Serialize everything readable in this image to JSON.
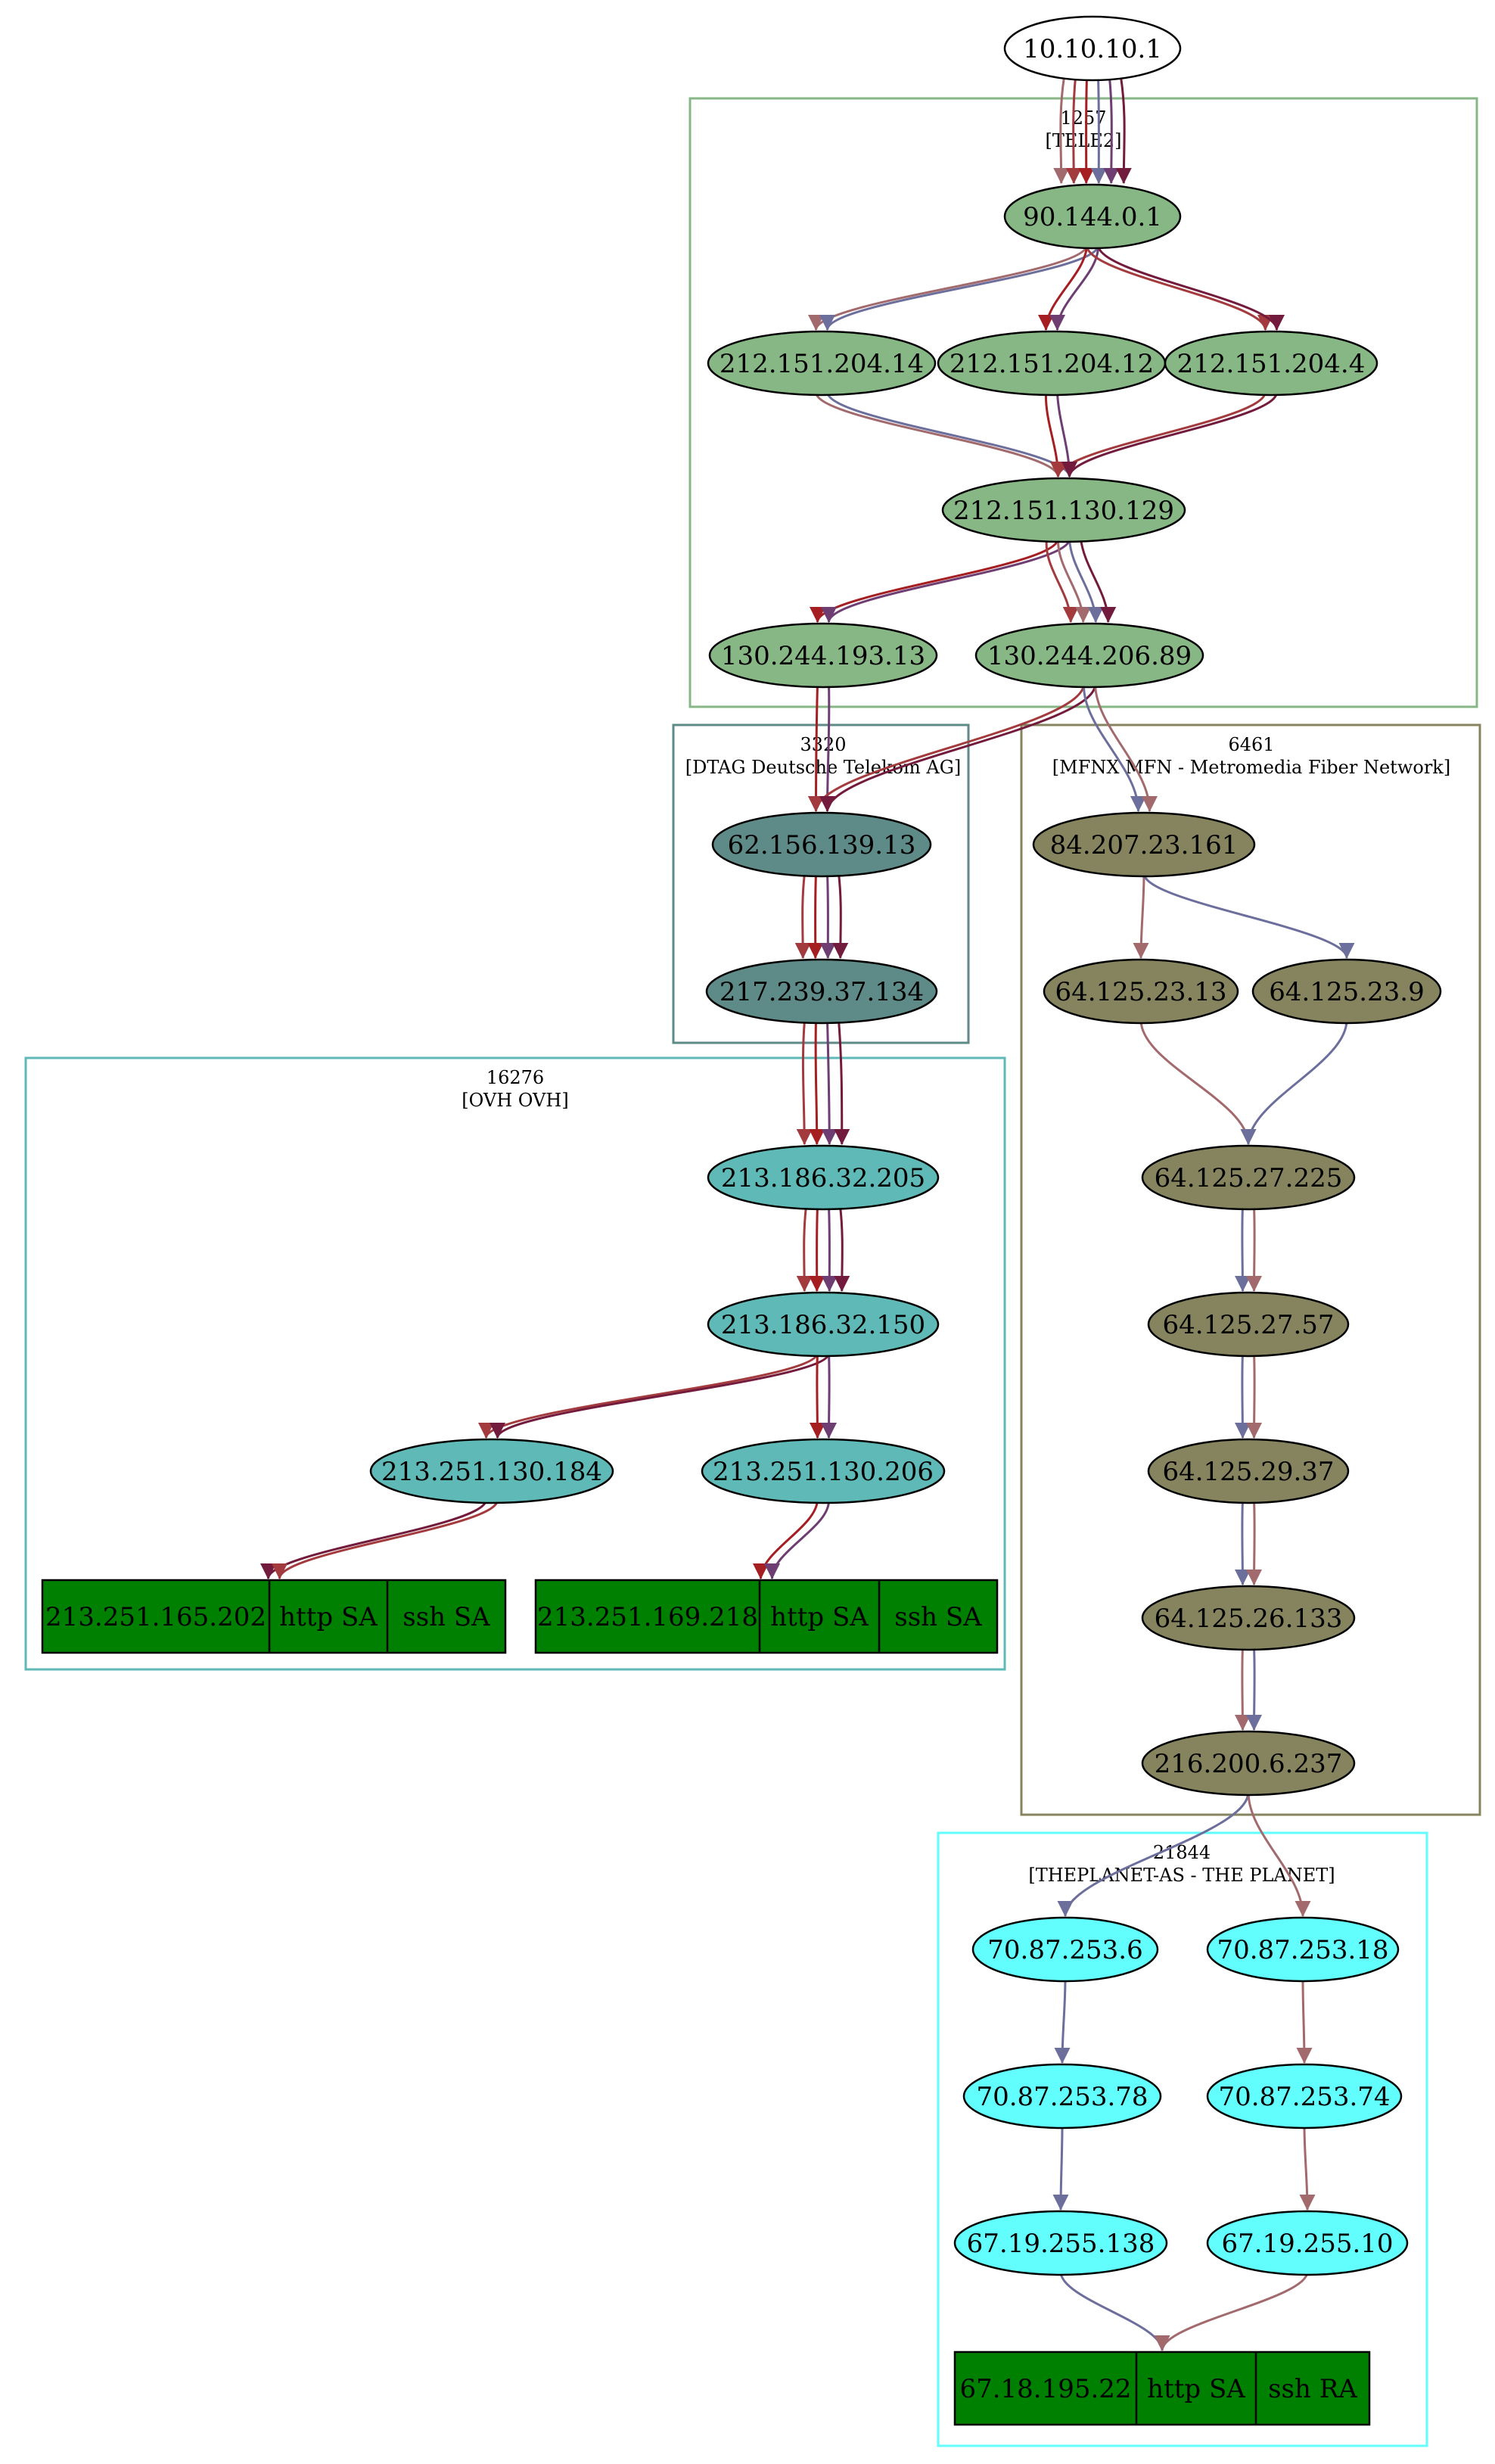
{
  "colors": {
    "tele2": "#86b784",
    "dtag": "#5e8a87",
    "ovh": "#5fb9b6",
    "mfn": "#85845e",
    "planet": "#61fefd",
    "target": "#008000",
    "edge_a": "#a36a6d",
    "edge_b": "#a41e22",
    "edge_c": "#6c6e9c",
    "edge_d": "#6e3d72",
    "edge_e": "#731b3c"
  },
  "clusters": [
    {
      "id": "as1257",
      "asn": "1257",
      "name": "[TELE2]",
      "color": "#86b784"
    },
    {
      "id": "as3320",
      "asn": "3320",
      "name": "[DTAG Deutsche Telekom AG]",
      "color": "#5e8a87"
    },
    {
      "id": "as6461",
      "asn": "6461",
      "name": "[MFNX MFN - Metromedia Fiber Network]",
      "color": "#85845e"
    },
    {
      "id": "as16276",
      "asn": "16276",
      "name": "[OVH OVH]",
      "color": "#5fb9b6"
    },
    {
      "id": "as21844",
      "asn": "21844",
      "name": "[THEPLANET-AS - THE PLANET]",
      "color": "#61fefd"
    }
  ],
  "nodes": [
    {
      "id": "n_10_10_10_1",
      "label": "10.10.10.1",
      "cluster": ""
    },
    {
      "id": "n_90_144_0_1",
      "label": "90.144.0.1",
      "cluster": "as1257"
    },
    {
      "id": "n_212_151_204_14",
      "label": "212.151.204.14",
      "cluster": "as1257"
    },
    {
      "id": "n_212_151_204_12",
      "label": "212.151.204.12",
      "cluster": "as1257"
    },
    {
      "id": "n_212_151_204_4",
      "label": "212.151.204.4",
      "cluster": "as1257"
    },
    {
      "id": "n_212_151_130_129",
      "label": "212.151.130.129",
      "cluster": "as1257"
    },
    {
      "id": "n_130_244_193_13",
      "label": "130.244.193.13",
      "cluster": "as1257"
    },
    {
      "id": "n_130_244_206_89",
      "label": "130.244.206.89",
      "cluster": "as1257"
    },
    {
      "id": "n_62_156_139_13",
      "label": "62.156.139.13",
      "cluster": "as3320"
    },
    {
      "id": "n_217_239_37_134",
      "label": "217.239.37.134",
      "cluster": "as3320"
    },
    {
      "id": "n_84_207_23_161",
      "label": "84.207.23.161",
      "cluster": "as6461"
    },
    {
      "id": "n_64_125_23_13",
      "label": "64.125.23.13",
      "cluster": "as6461"
    },
    {
      "id": "n_64_125_23_9",
      "label": "64.125.23.9",
      "cluster": "as6461"
    },
    {
      "id": "n_64_125_27_225",
      "label": "64.125.27.225",
      "cluster": "as6461"
    },
    {
      "id": "n_64_125_27_57",
      "label": "64.125.27.57",
      "cluster": "as6461"
    },
    {
      "id": "n_64_125_29_37",
      "label": "64.125.29.37",
      "cluster": "as6461"
    },
    {
      "id": "n_64_125_26_133",
      "label": "64.125.26.133",
      "cluster": "as6461"
    },
    {
      "id": "n_216_200_6_237",
      "label": "216.200.6.237",
      "cluster": "as6461"
    },
    {
      "id": "n_213_186_32_205",
      "label": "213.186.32.205",
      "cluster": "as16276"
    },
    {
      "id": "n_213_186_32_150",
      "label": "213.186.32.150",
      "cluster": "as16276"
    },
    {
      "id": "n_213_251_130_184",
      "label": "213.251.130.184",
      "cluster": "as16276"
    },
    {
      "id": "n_213_251_130_206",
      "label": "213.251.130.206",
      "cluster": "as16276"
    },
    {
      "id": "n_70_87_253_6",
      "label": "70.87.253.6",
      "cluster": "as21844"
    },
    {
      "id": "n_70_87_253_18",
      "label": "70.87.253.18",
      "cluster": "as21844"
    },
    {
      "id": "n_70_87_253_78",
      "label": "70.87.253.78",
      "cluster": "as21844"
    },
    {
      "id": "n_70_87_253_74",
      "label": "70.87.253.74",
      "cluster": "as21844"
    },
    {
      "id": "n_67_19_255_138",
      "label": "67.19.255.138",
      "cluster": "as21844"
    },
    {
      "id": "n_67_19_255_10",
      "label": "67.19.255.10",
      "cluster": "as21844"
    }
  ],
  "targets": [
    {
      "id": "t_213_251_165_202",
      "ip": "213.251.165.202",
      "ports": [
        "http SA",
        "ssh SA"
      ],
      "cluster": "as16276"
    },
    {
      "id": "t_213_251_169_218",
      "ip": "213.251.169.218",
      "ports": [
        "http SA",
        "ssh SA"
      ],
      "cluster": "as16276"
    },
    {
      "id": "t_67_18_195_22",
      "ip": "67.18.195.22",
      "ports": [
        "http SA",
        "ssh RA"
      ],
      "cluster": "as21844"
    }
  ],
  "edges": [
    {
      "from": "n_10_10_10_1",
      "to": "n_90_144_0_1",
      "color": "#a36a6d"
    },
    {
      "from": "n_10_10_10_1",
      "to": "n_90_144_0_1",
      "color": "#a33b3e"
    },
    {
      "from": "n_10_10_10_1",
      "to": "n_90_144_0_1",
      "color": "#a41e22"
    },
    {
      "from": "n_10_10_10_1",
      "to": "n_90_144_0_1",
      "color": "#6c6e9c"
    },
    {
      "from": "n_10_10_10_1",
      "to": "n_90_144_0_1",
      "color": "#6e3d72"
    },
    {
      "from": "n_10_10_10_1",
      "to": "n_90_144_0_1",
      "color": "#731b3c"
    },
    {
      "from": "n_90_144_0_1",
      "to": "n_212_151_204_14",
      "color": "#a36a6d"
    },
    {
      "from": "n_90_144_0_1",
      "to": "n_212_151_204_14",
      "color": "#6c6e9c"
    },
    {
      "from": "n_90_144_0_1",
      "to": "n_212_151_204_12",
      "color": "#a41e22"
    },
    {
      "from": "n_90_144_0_1",
      "to": "n_212_151_204_12",
      "color": "#6e3d72"
    },
    {
      "from": "n_90_144_0_1",
      "to": "n_212_151_204_4",
      "color": "#a33b3e"
    },
    {
      "from": "n_90_144_0_1",
      "to": "n_212_151_204_4",
      "color": "#731b3c"
    },
    {
      "from": "n_212_151_204_14",
      "to": "n_212_151_130_129",
      "color": "#a36a6d"
    },
    {
      "from": "n_212_151_204_14",
      "to": "n_212_151_130_129",
      "color": "#6c6e9c"
    },
    {
      "from": "n_212_151_204_12",
      "to": "n_212_151_130_129",
      "color": "#a41e22"
    },
    {
      "from": "n_212_151_204_12",
      "to": "n_212_151_130_129",
      "color": "#6e3d72"
    },
    {
      "from": "n_212_151_204_4",
      "to": "n_212_151_130_129",
      "color": "#a33b3e"
    },
    {
      "from": "n_212_151_204_4",
      "to": "n_212_151_130_129",
      "color": "#731b3c"
    },
    {
      "from": "n_212_151_130_129",
      "to": "n_130_244_193_13",
      "color": "#a41e22"
    },
    {
      "from": "n_212_151_130_129",
      "to": "n_130_244_193_13",
      "color": "#6e3d72"
    },
    {
      "from": "n_212_151_130_129",
      "to": "n_130_244_206_89",
      "color": "#a33b3e"
    },
    {
      "from": "n_212_151_130_129",
      "to": "n_130_244_206_89",
      "color": "#a36a6d"
    },
    {
      "from": "n_212_151_130_129",
      "to": "n_130_244_206_89",
      "color": "#6c6e9c"
    },
    {
      "from": "n_212_151_130_129",
      "to": "n_130_244_206_89",
      "color": "#731b3c"
    },
    {
      "from": "n_130_244_193_13",
      "to": "n_62_156_139_13",
      "color": "#a41e22"
    },
    {
      "from": "n_130_244_193_13",
      "to": "n_62_156_139_13",
      "color": "#6e3d72"
    },
    {
      "from": "n_130_244_206_89",
      "to": "n_62_156_139_13",
      "color": "#a33b3e"
    },
    {
      "from": "n_130_244_206_89",
      "to": "n_62_156_139_13",
      "color": "#731b3c"
    },
    {
      "from": "n_130_244_206_89",
      "to": "n_84_207_23_161",
      "color": "#6c6e9c"
    },
    {
      "from": "n_130_244_206_89",
      "to": "n_84_207_23_161",
      "color": "#a36a6d"
    },
    {
      "from": "n_62_156_139_13",
      "to": "n_217_239_37_134",
      "color": "#a33b3e"
    },
    {
      "from": "n_62_156_139_13",
      "to": "n_217_239_37_134",
      "color": "#a41e22"
    },
    {
      "from": "n_62_156_139_13",
      "to": "n_217_239_37_134",
      "color": "#6e3d72"
    },
    {
      "from": "n_62_156_139_13",
      "to": "n_217_239_37_134",
      "color": "#731b3c"
    },
    {
      "from": "n_217_239_37_134",
      "to": "n_213_186_32_205",
      "color": "#a33b3e"
    },
    {
      "from": "n_217_239_37_134",
      "to": "n_213_186_32_205",
      "color": "#a41e22"
    },
    {
      "from": "n_217_239_37_134",
      "to": "n_213_186_32_205",
      "color": "#6e3d72"
    },
    {
      "from": "n_217_239_37_134",
      "to": "n_213_186_32_205",
      "color": "#731b3c"
    },
    {
      "from": "n_213_186_32_205",
      "to": "n_213_186_32_150",
      "color": "#a33b3e"
    },
    {
      "from": "n_213_186_32_205",
      "to": "n_213_186_32_150",
      "color": "#a41e22"
    },
    {
      "from": "n_213_186_32_205",
      "to": "n_213_186_32_150",
      "color": "#6e3d72"
    },
    {
      "from": "n_213_186_32_205",
      "to": "n_213_186_32_150",
      "color": "#731b3c"
    },
    {
      "from": "n_213_186_32_150",
      "to": "n_213_251_130_184",
      "color": "#a33b3e"
    },
    {
      "from": "n_213_186_32_150",
      "to": "n_213_251_130_184",
      "color": "#731b3c"
    },
    {
      "from": "n_213_186_32_150",
      "to": "n_213_251_130_206",
      "color": "#a41e22"
    },
    {
      "from": "n_213_186_32_150",
      "to": "n_213_251_130_206",
      "color": "#6e3d72"
    },
    {
      "from": "n_213_251_130_184",
      "to": "t_213_251_165_202",
      "color": "#731b3c"
    },
    {
      "from": "n_213_251_130_184",
      "to": "t_213_251_165_202",
      "color": "#a33b3e"
    },
    {
      "from": "n_213_251_130_206",
      "to": "t_213_251_169_218",
      "color": "#a41e22"
    },
    {
      "from": "n_213_251_130_206",
      "to": "t_213_251_169_218",
      "color": "#6e3d72"
    },
    {
      "from": "n_84_207_23_161",
      "to": "n_64_125_23_13",
      "color": "#a36a6d"
    },
    {
      "from": "n_84_207_23_161",
      "to": "n_64_125_23_9",
      "color": "#6c6e9c"
    },
    {
      "from": "n_64_125_23_13",
      "to": "n_64_125_27_225",
      "color": "#a36a6d"
    },
    {
      "from": "n_64_125_23_9",
      "to": "n_64_125_27_225",
      "color": "#6c6e9c"
    },
    {
      "from": "n_64_125_27_225",
      "to": "n_64_125_27_57",
      "color": "#6c6e9c"
    },
    {
      "from": "n_64_125_27_225",
      "to": "n_64_125_27_57",
      "color": "#a36a6d"
    },
    {
      "from": "n_64_125_27_57",
      "to": "n_64_125_29_37",
      "color": "#6c6e9c"
    },
    {
      "from": "n_64_125_27_57",
      "to": "n_64_125_29_37",
      "color": "#a36a6d"
    },
    {
      "from": "n_64_125_29_37",
      "to": "n_64_125_26_133",
      "color": "#6c6e9c"
    },
    {
      "from": "n_64_125_29_37",
      "to": "n_64_125_26_133",
      "color": "#a36a6d"
    },
    {
      "from": "n_64_125_26_133",
      "to": "n_216_200_6_237",
      "color": "#a36a6d"
    },
    {
      "from": "n_64_125_26_133",
      "to": "n_216_200_6_237",
      "color": "#6c6e9c"
    },
    {
      "from": "n_216_200_6_237",
      "to": "n_70_87_253_6",
      "color": "#6c6e9c"
    },
    {
      "from": "n_216_200_6_237",
      "to": "n_70_87_253_18",
      "color": "#a36a6d"
    },
    {
      "from": "n_70_87_253_6",
      "to": "n_70_87_253_78",
      "color": "#6c6e9c"
    },
    {
      "from": "n_70_87_253_18",
      "to": "n_70_87_253_74",
      "color": "#a36a6d"
    },
    {
      "from": "n_70_87_253_78",
      "to": "n_67_19_255_138",
      "color": "#6c6e9c"
    },
    {
      "from": "n_70_87_253_74",
      "to": "n_67_19_255_10",
      "color": "#a36a6d"
    },
    {
      "from": "n_67_19_255_138",
      "to": "t_67_18_195_22",
      "color": "#6c6e9c"
    },
    {
      "from": "n_67_19_255_10",
      "to": "t_67_18_195_22",
      "color": "#a36a6d"
    }
  ]
}
